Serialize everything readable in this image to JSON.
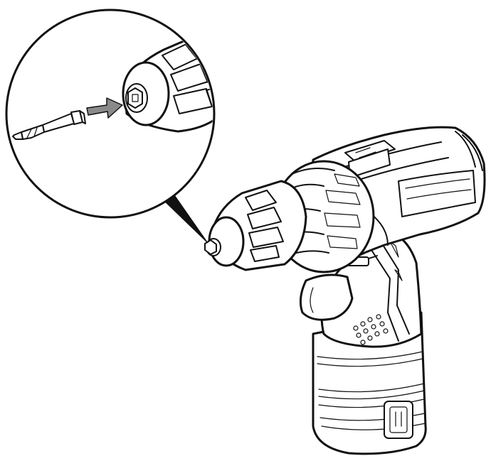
{
  "figure": {
    "kind": "assembly-illustration",
    "colors": {
      "line": "#111111",
      "background": "#ffffff",
      "arrow": "#8a8a8a"
    },
    "step": "insert-bit-into-chuck",
    "components": [
      "cordless-drill",
      "keyless-chuck",
      "screwdriver-bit",
      "detail-magnifier",
      "battery-pack"
    ]
  }
}
